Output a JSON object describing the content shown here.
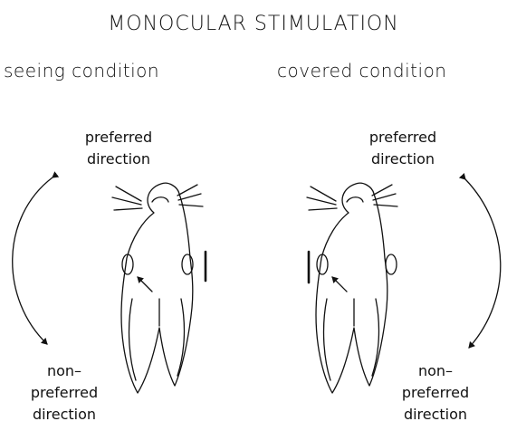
{
  "title": "MONOCULAR STIMULATION",
  "conditions": {
    "left": "seeing condition",
    "right": "covered condition"
  },
  "labels": {
    "left_preferred": [
      "preferred",
      "direction"
    ],
    "left_nonpreferred": [
      "non–",
      "preferred",
      "direction"
    ],
    "right_preferred": [
      "preferred",
      "direction"
    ],
    "right_nonpreferred": [
      "non–",
      "preferred",
      "direction"
    ]
  }
}
